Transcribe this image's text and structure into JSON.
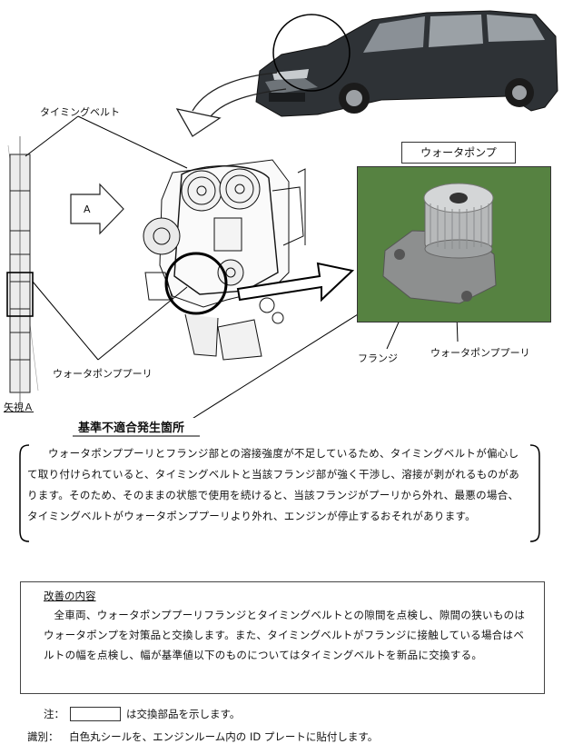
{
  "labels": {
    "timing_belt": "タイミングベルト",
    "arrow_a": "A",
    "water_pump_pulley_left": "ウォータポンププーリ",
    "view_a": "矢視Ａ",
    "water_pump": "ウォータポンプ",
    "flange": "フランジ",
    "water_pump_pulley_right": "ウォータポンププーリ"
  },
  "section_title": "基準不適合発生箇所",
  "description": "ウォータポンププーリとフランジ部との溶接強度が不足しているため、タイミングベルトが偏心して取り付けられていると、タイミングベルトと当該フランジ部が強く干渉し、溶接が剥がれるものがあります。そのため、そのままの状態で使用を続けると、当該フランジがプーリから外れ、最悪の場合、タイミングベルトがウォータポンププーリより外れ、エンジンが停止するおそれがあります。",
  "improvement": {
    "title": "改善の内容",
    "body": "全車両、ウォータポンププーリフランジとタイミングベルトとの隙間を点検し、隙間の狭いものはウォータポンプを対策品と交換します。また、タイミングベルトがフランジに接触している場合はベルトの幅を点検し、幅が基準値以下のものについてはタイミングベルトを新品に交換する。"
  },
  "note": {
    "prefix": "注：",
    "suffix": "は交換部品を示します。"
  },
  "identification": {
    "label": "識別：",
    "text": "白色丸シールを、エンジンルーム内の ID プレートに貼付します。"
  }
}
